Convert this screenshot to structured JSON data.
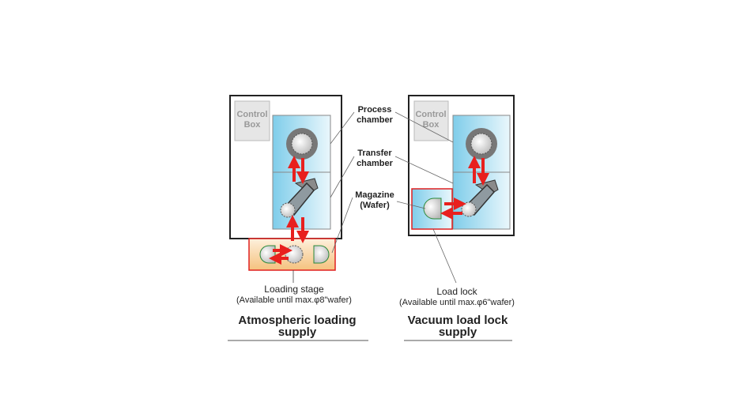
{
  "labels": {
    "control_box": [
      "Control",
      "Box"
    ],
    "process_chamber": [
      "Process",
      "chamber"
    ],
    "transfer_chamber": [
      "Transfer",
      "chamber"
    ],
    "magazine": [
      "Magazine",
      "(Wafer)"
    ]
  },
  "left": {
    "caption": "Loading stage",
    "caption_sub": "(Available until max.φ8\"wafer)",
    "title": [
      "Atmospheric loading",
      "supply"
    ]
  },
  "right": {
    "caption": "Load lock",
    "caption_sub": "(Available until max.φ6\"wafer)",
    "title": [
      "Vacuum load lock",
      "supply"
    ]
  },
  "colors": {
    "arrow": "#e8201e",
    "chamber": "#a8dcf0",
    "stage": "#f7cf98",
    "frame": "#222222"
  }
}
